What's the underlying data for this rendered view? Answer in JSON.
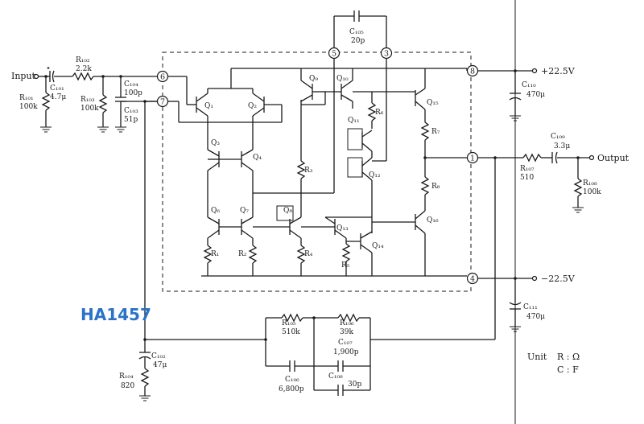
{
  "part_label": "HA1457",
  "input": {
    "label": "Input"
  },
  "output": {
    "label": "Output"
  },
  "supply": {
    "positive": "+22.5V",
    "negative": "−22.5V"
  },
  "unit_note": {
    "title": "Unit",
    "r": "R : Ω",
    "c": "C : F"
  },
  "pins": [
    "6",
    "7",
    "5",
    "3",
    "8",
    "1",
    "4"
  ],
  "components": {
    "C101": {
      "name": "C₁₀₁",
      "value": "4.7μ"
    },
    "R101": {
      "name": "R₁₀₁",
      "value": "100k"
    },
    "R102": {
      "name": "R₁₀₂",
      "value": "2.2k"
    },
    "R103": {
      "name": "R₁₀₃",
      "value": "100k"
    },
    "C104": {
      "name": "C₁₀₄",
      "value": "100p"
    },
    "C103": {
      "name": "C₁₀₃",
      "value": "51p"
    },
    "C105": {
      "name": "C₁₀₅",
      "value": "20p"
    },
    "C110": {
      "name": "C₁₁₀",
      "value": "470μ"
    },
    "C109": {
      "name": "C₁₀₉",
      "value": "3.3μ"
    },
    "R107": {
      "name": "R₁₀₇",
      "value": "510"
    },
    "R108": {
      "name": "R₁₀₈",
      "value": "100k"
    },
    "C111": {
      "name": "C₁₁₁",
      "value": "470μ"
    },
    "R105": {
      "name": "R₁₀₅",
      "value": "510k"
    },
    "R106": {
      "name": "R₁₀₆",
      "value": "39k"
    },
    "C107": {
      "name": "C₁₀₇",
      "value": "1,900p"
    },
    "C106": {
      "name": "C₁₀₆",
      "value": "6,800p"
    },
    "C108": {
      "name": "C₁₀₈",
      "value": "30p"
    },
    "C102": {
      "name": "C₁₀₂",
      "value": "47μ"
    },
    "R104": {
      "name": "R₁₀₄",
      "value": "820"
    }
  },
  "transistors": {
    "Q1": "Q₁",
    "Q2": "Q₂",
    "Q3": "Q₃",
    "Q4": "Q₄",
    "Q6": "Q₆",
    "Q7": "Q₇",
    "Q8": "Q₈",
    "Q9": "Q₉",
    "Q10": "Q₁₀",
    "Q11": "Q₁₁",
    "Q12": "Q₁₂",
    "Q13": "Q₁₃",
    "Q14": "Q₁₄",
    "Q15": "Q₁₅",
    "Q16": "Q₁₆"
  },
  "internal_resistors": {
    "R1": "R₁",
    "R2": "R₂",
    "R3": "R₃",
    "R4": "R₄",
    "R5": "R₅",
    "R6": "R₆",
    "R7": "R₇",
    "R8": "R₈"
  }
}
